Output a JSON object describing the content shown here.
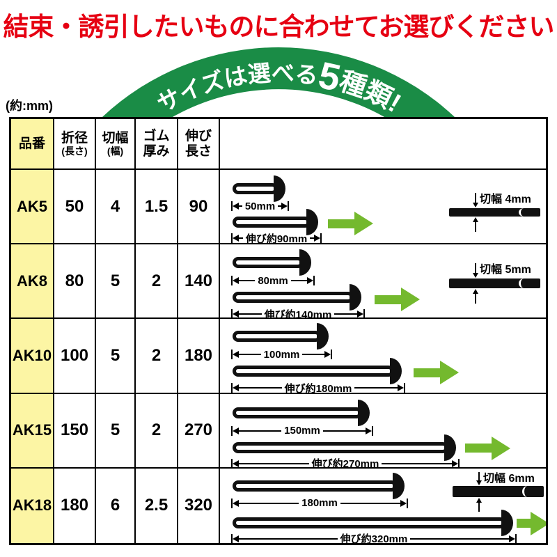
{
  "title": "結束・誘引したいものに合わせてお選びください",
  "arc": {
    "pre": "サイズは選べる",
    "num": "5",
    "post": "種類!"
  },
  "unit_note": "(約:mm)",
  "table": {
    "columns": [
      {
        "l1": "品番",
        "l2": ""
      },
      {
        "l1": "折径",
        "l2": "(長さ)"
      },
      {
        "l1": "切幅",
        "l2": "(幅)"
      },
      {
        "l1": "ゴム",
        "l2": "厚み"
      },
      {
        "l1": "伸び",
        "l2": "長さ"
      }
    ],
    "rows": [
      {
        "code": "AK5",
        "fold": "50",
        "cut": "4",
        "thick": "1.5",
        "stretch": "90",
        "dim1": "50mm",
        "dim2": "伸び約90mm",
        "xsec_label": "切幅 4mm"
      },
      {
        "code": "AK8",
        "fold": "80",
        "cut": "5",
        "thick": "2",
        "stretch": "140",
        "dim1": "80mm",
        "dim2": "伸び約140mm",
        "xsec_label": "切幅 5mm"
      },
      {
        "code": "AK10",
        "fold": "100",
        "cut": "5",
        "thick": "2",
        "stretch": "180",
        "dim1": "100mm",
        "dim2": "伸び約180mm"
      },
      {
        "code": "AK15",
        "fold": "150",
        "cut": "5",
        "thick": "2",
        "stretch": "270",
        "dim1": "150mm",
        "dim2": "伸び約270mm"
      },
      {
        "code": "AK18",
        "fold": "180",
        "cut": "6",
        "thick": "2.5",
        "stretch": "320",
        "dim1": "180mm",
        "dim2": "伸び約320mm",
        "xsec_label": "切幅 6mm"
      }
    ]
  },
  "colors": {
    "title_red": "#e60012",
    "arc_green": "#1a8c46",
    "arrow_green": "#74b92e",
    "row_header_yellow": "#fcf5a4",
    "band_black": "#111111"
  }
}
